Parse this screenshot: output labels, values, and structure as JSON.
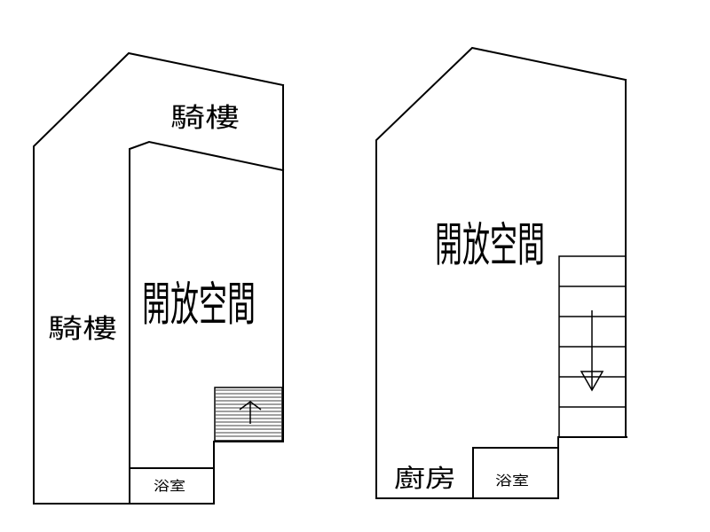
{
  "floor_left": {
    "arcade_top": "騎樓",
    "arcade_side": "騎樓",
    "open_space": "開放空間",
    "bathroom": "浴室",
    "stair_arrow": "up"
  },
  "floor_right": {
    "open_space": "開放空間",
    "kitchen": "廚房",
    "bathroom": "浴室",
    "stair_arrow": "down"
  }
}
